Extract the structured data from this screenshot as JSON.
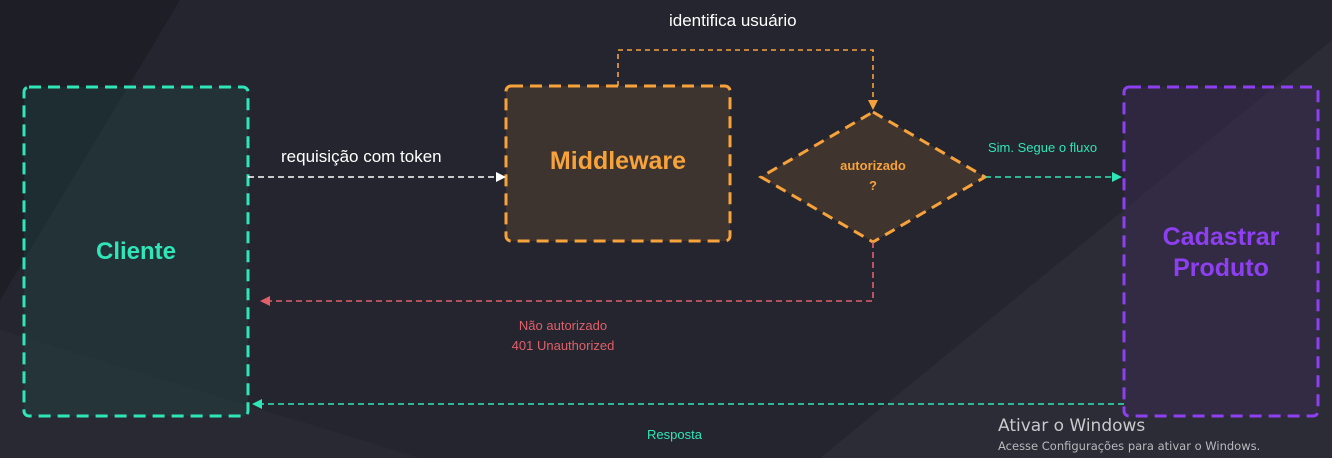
{
  "nodes": {
    "cliente": {
      "label": "Cliente",
      "color": "#2ee6b8"
    },
    "middleware": {
      "label": "Middleware",
      "color": "#f7a23a"
    },
    "decision": {
      "label_line1": "autorizado",
      "label_line2": "?",
      "color": "#f7a23a"
    },
    "cadastrar": {
      "label_line1": "Cadastrar",
      "label_line2": "Produto",
      "color": "#8f3ff2"
    }
  },
  "edges": {
    "request": {
      "label": "requisição com token",
      "color": "#ffffff"
    },
    "identify": {
      "label": "identifica usuário",
      "color": "#f7a23a"
    },
    "yes": {
      "label": "Sim. Segue o fluxo",
      "color": "#2ee6b8"
    },
    "denied": {
      "label_line1": "Não autorizado",
      "label_line2": "401 Unauthorized",
      "color": "#e0606a"
    },
    "response": {
      "label": "Resposta",
      "color": "#2ee6b8"
    }
  },
  "watermark": {
    "title": "Ativar o Windows",
    "subtitle": "Acesse Configurações para ativar o Windows."
  }
}
